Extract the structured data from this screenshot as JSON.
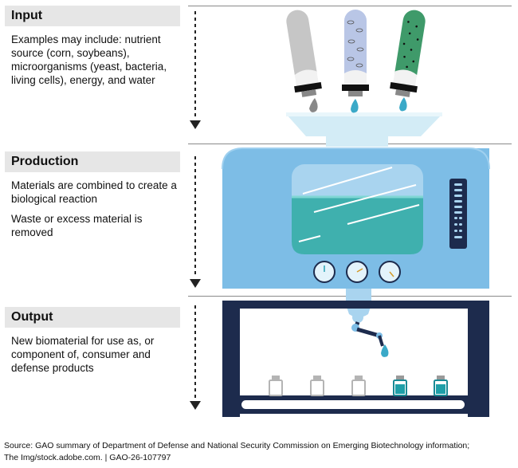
{
  "stages": [
    {
      "title": "Input",
      "lines": [
        "Examples may include: nutrient source (corn, soybeans), microorganisms (yeast, bacteria, living cells), energy, and water"
      ]
    },
    {
      "title": "Production",
      "lines": [
        "Materials are combined to create a biological reaction",
        "Waste or excess material is removed"
      ]
    },
    {
      "title": "Output",
      "lines": [
        "New biomaterial for use as, or component of, consumer and defense products"
      ]
    }
  ],
  "source": {
    "line1": "Source: GAO summary of Department of Defense and National Security Commission on Emerging Biotechnology information;",
    "line2": "The Img/stock.adobe.com.  |  GAO-26-107797"
  },
  "colors": {
    "machine_body": "#7dbde6",
    "liquid": "#3fb0ae",
    "frame": "#1d2b4d",
    "tube_gray": "#c6c6c6",
    "tube_blue": "#b9c6e6",
    "tube_green": "#3f9a6a",
    "funnel": "#d3ecf6",
    "drop": "#3aa9c8"
  }
}
